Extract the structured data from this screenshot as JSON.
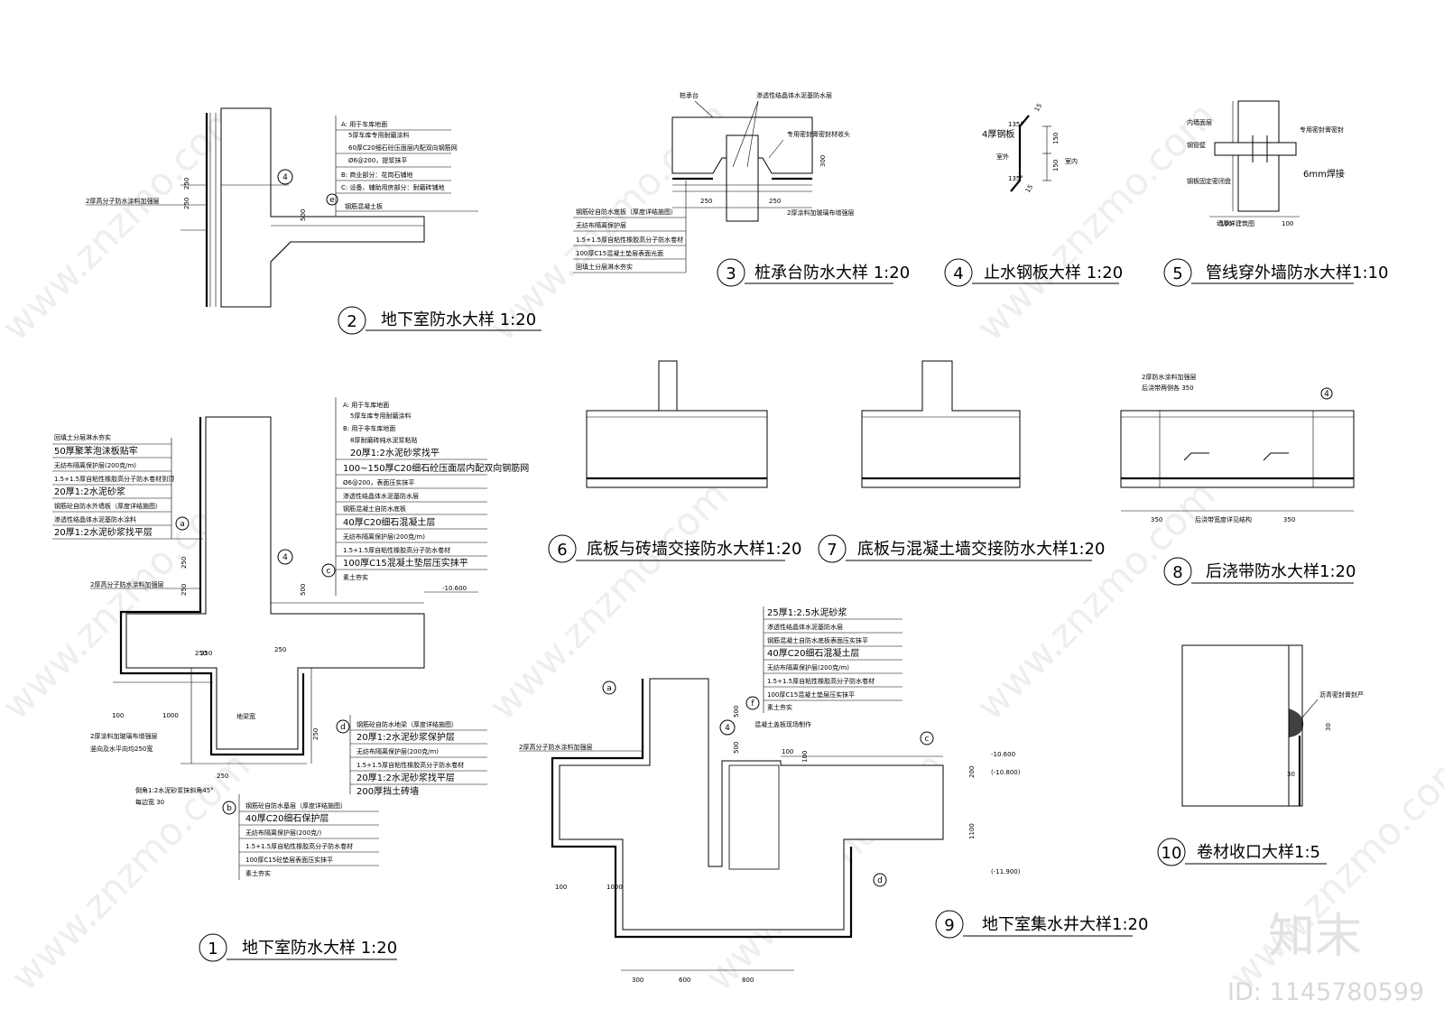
{
  "sheet": {
    "watermark": "www.znzmo.com",
    "brand_logo": "知末",
    "brand_id": "ID: 1145780599"
  },
  "titles": {
    "d1": {
      "num": "1",
      "text": "地下室防水大样 1:20"
    },
    "d2": {
      "num": "2",
      "text": "地下室防水大样 1:20"
    },
    "d3": {
      "num": "3",
      "text": "桩承台防水大样 1:20"
    },
    "d4": {
      "num": "4",
      "text": "止水钢板大样 1:20"
    },
    "d5": {
      "num": "5",
      "text": "管线穿外墙防水大样1:10"
    },
    "d6": {
      "num": "6",
      "text": "底板与砖墙交接防水大样1:20"
    },
    "d7": {
      "num": "7",
      "text": "底板与混凝土墙交接防水大样1:20"
    },
    "d8": {
      "num": "8",
      "text": "后浇带防水大样1:20"
    },
    "d9": {
      "num": "9",
      "text": "地下室集水井大样1:20"
    },
    "d10": {
      "num": "10",
      "text": "卷材收口大样1:5"
    }
  },
  "d2": {
    "notes": [
      "A: 用于车库地面",
      "5厚车库专用耐磨涂料",
      "60厚C20细石砼压面层内配双向钢筋网",
      "Ø6@200，提浆抹平",
      "B: 商业部分：花岗石铺地",
      "C: 设备、辅助用房部分：耐磨砖铺地",
      "钢筋混凝土板"
    ],
    "wall_note": "2厚高分子防水涂料加强层",
    "dims": [
      "250",
      "250",
      "500"
    ],
    "tags": [
      "4",
      "e"
    ]
  },
  "d3": {
    "labels": [
      "桩承台",
      "渗透性结晶体水泥基防水层",
      "专用密封膏密封材收头",
      "2厚涂料加玻璃布增强层"
    ],
    "layers": [
      "钢筋砼自防水底板（厚度详结施图）",
      "无纺布隔离保护层",
      "1.5+1.5厚自粘性橡胶高分子防水卷材",
      "100厚C15混凝土垫层表面光面",
      "回填土分层淋水夯实"
    ],
    "dims": [
      "250",
      "250",
      "300"
    ]
  },
  "d4": {
    "labels": [
      "4厚钢板",
      "室外",
      "室内"
    ],
    "dims": [
      "135°",
      "135°",
      "150",
      "150",
      "15",
      "15"
    ]
  },
  "d5": {
    "labels": [
      "内墙面层",
      "专用密封膏密封",
      "钢管壁",
      "钢板固定密闭盘",
      "6mm焊接",
      "墙厚详建筑图"
    ],
    "dims": [
      "100",
      "100"
    ]
  },
  "d8": {
    "labels": [
      "2厚防水涂料加强层",
      "后浇带两侧各 350",
      "后浇带宽度详见结构"
    ],
    "dims": [
      "350",
      "350"
    ],
    "tags": [
      "4"
    ]
  },
  "d1": {
    "left_layers": [
      "回填土分层淋水夯实",
      "50厚聚苯泡沫板贴牢",
      "无纺布隔离保护层(200克/m)",
      "1.5+1.5厚自粘性橡胶高分子防水卷材到顶",
      "20厚1:2水泥砂浆",
      "钢筋砼自防水外墙板（厚度详结施图）",
      "渗透性结晶体水泥基防水涂料",
      "20厚1:2水泥砂浆找平层"
    ],
    "right_layers": [
      "A: 用于车库地面",
      "5厚车库专用耐磨涂料",
      "B: 用于非车库地面",
      "8厚耐磨砖纯水泥浆粘贴",
      "20厚1:2水泥砂浆找平",
      "100~150厚C20细石砼压面层内配双向钢筋网",
      "Ø6@200，表面压实抹平",
      "渗透性结晶体水泥基防水层",
      "钢筋混凝土自防水底板",
      "40厚C20细石混凝土层",
      "无纺布隔离保护层(200克/m)",
      "1.5+1.5厚自粘性橡胶高分子防水卷材",
      "100厚C15混凝土垫层压实抹平",
      "素土夯实"
    ],
    "d_layers": [
      "钢筋砼自防水地梁（厚度详结施图）",
      "20厚1:2水泥砂浆保护层",
      "无纺布隔离保护层(200克/m)",
      "1.5+1.5厚自粘性橡胶高分子防水卷材",
      "20厚1:2水泥砂浆找平层",
      "200厚挡土砖墙"
    ],
    "b_layers": [
      "钢筋砼自防水基层（厚度详结施图）",
      "40厚C20细石保护层",
      "无纺布隔离保护层(200克/)",
      "1.5+1.5厚自粘性橡胶高分子防水卷材",
      "100厚C15砼垫层表面压实抹平",
      "素土夯实"
    ],
    "misc": [
      "2厚高分子防水涂料加强层",
      "2厚涂料加玻璃布增强层",
      "竖向及水平向均250宽",
      "倒角1:2水泥砂浆抹斜角45°",
      "每边宽 30",
      "地梁宽",
      "-10.600"
    ],
    "dims": [
      "250",
      "250",
      "500",
      "250",
      "250",
      "250",
      "100",
      "1000",
      "250",
      "250"
    ],
    "tags": [
      "a",
      "b",
      "c",
      "d",
      "4"
    ]
  },
  "d9": {
    "layers": [
      "25厚1:2.5水泥砂浆",
      "渗透性结晶体水泥基防水层",
      "钢筋混凝土自防水底板表面压实抹平",
      "40厚C20细石混凝土层",
      "无纺布隔离保护层(200克/m)",
      "1.5+1.5厚自粘性橡胶高分子防水卷材",
      "100厚C15混凝土垫层压实抹平",
      "素土夯实"
    ],
    "misc": [
      "混凝土盖板现场制作",
      "2厚高分子防水涂料加强层"
    ],
    "levels": [
      "-10.600",
      "(-10.800)",
      "(-11.900)"
    ],
    "dims": [
      "500",
      "500",
      "100",
      "100",
      "200",
      "1100",
      "100",
      "1000",
      "300",
      "600",
      "800"
    ],
    "tags": [
      "a",
      "c",
      "d",
      "f",
      "4"
    ]
  },
  "d10": {
    "labels": [
      "沥青密封膏封严"
    ],
    "dims": [
      "30",
      "30"
    ]
  }
}
